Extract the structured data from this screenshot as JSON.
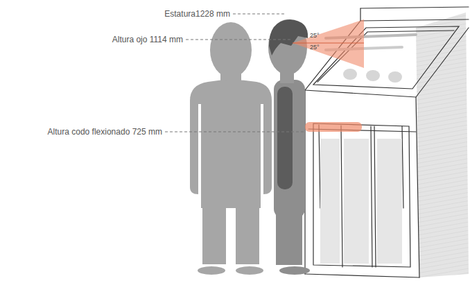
{
  "diagram": {
    "labels": [
      "Estatura1228 mm",
      "Altura ojo 1114 mm",
      "25°",
      "25°",
      "Altura codo flexionado 725 mm"
    ]
  }
}
